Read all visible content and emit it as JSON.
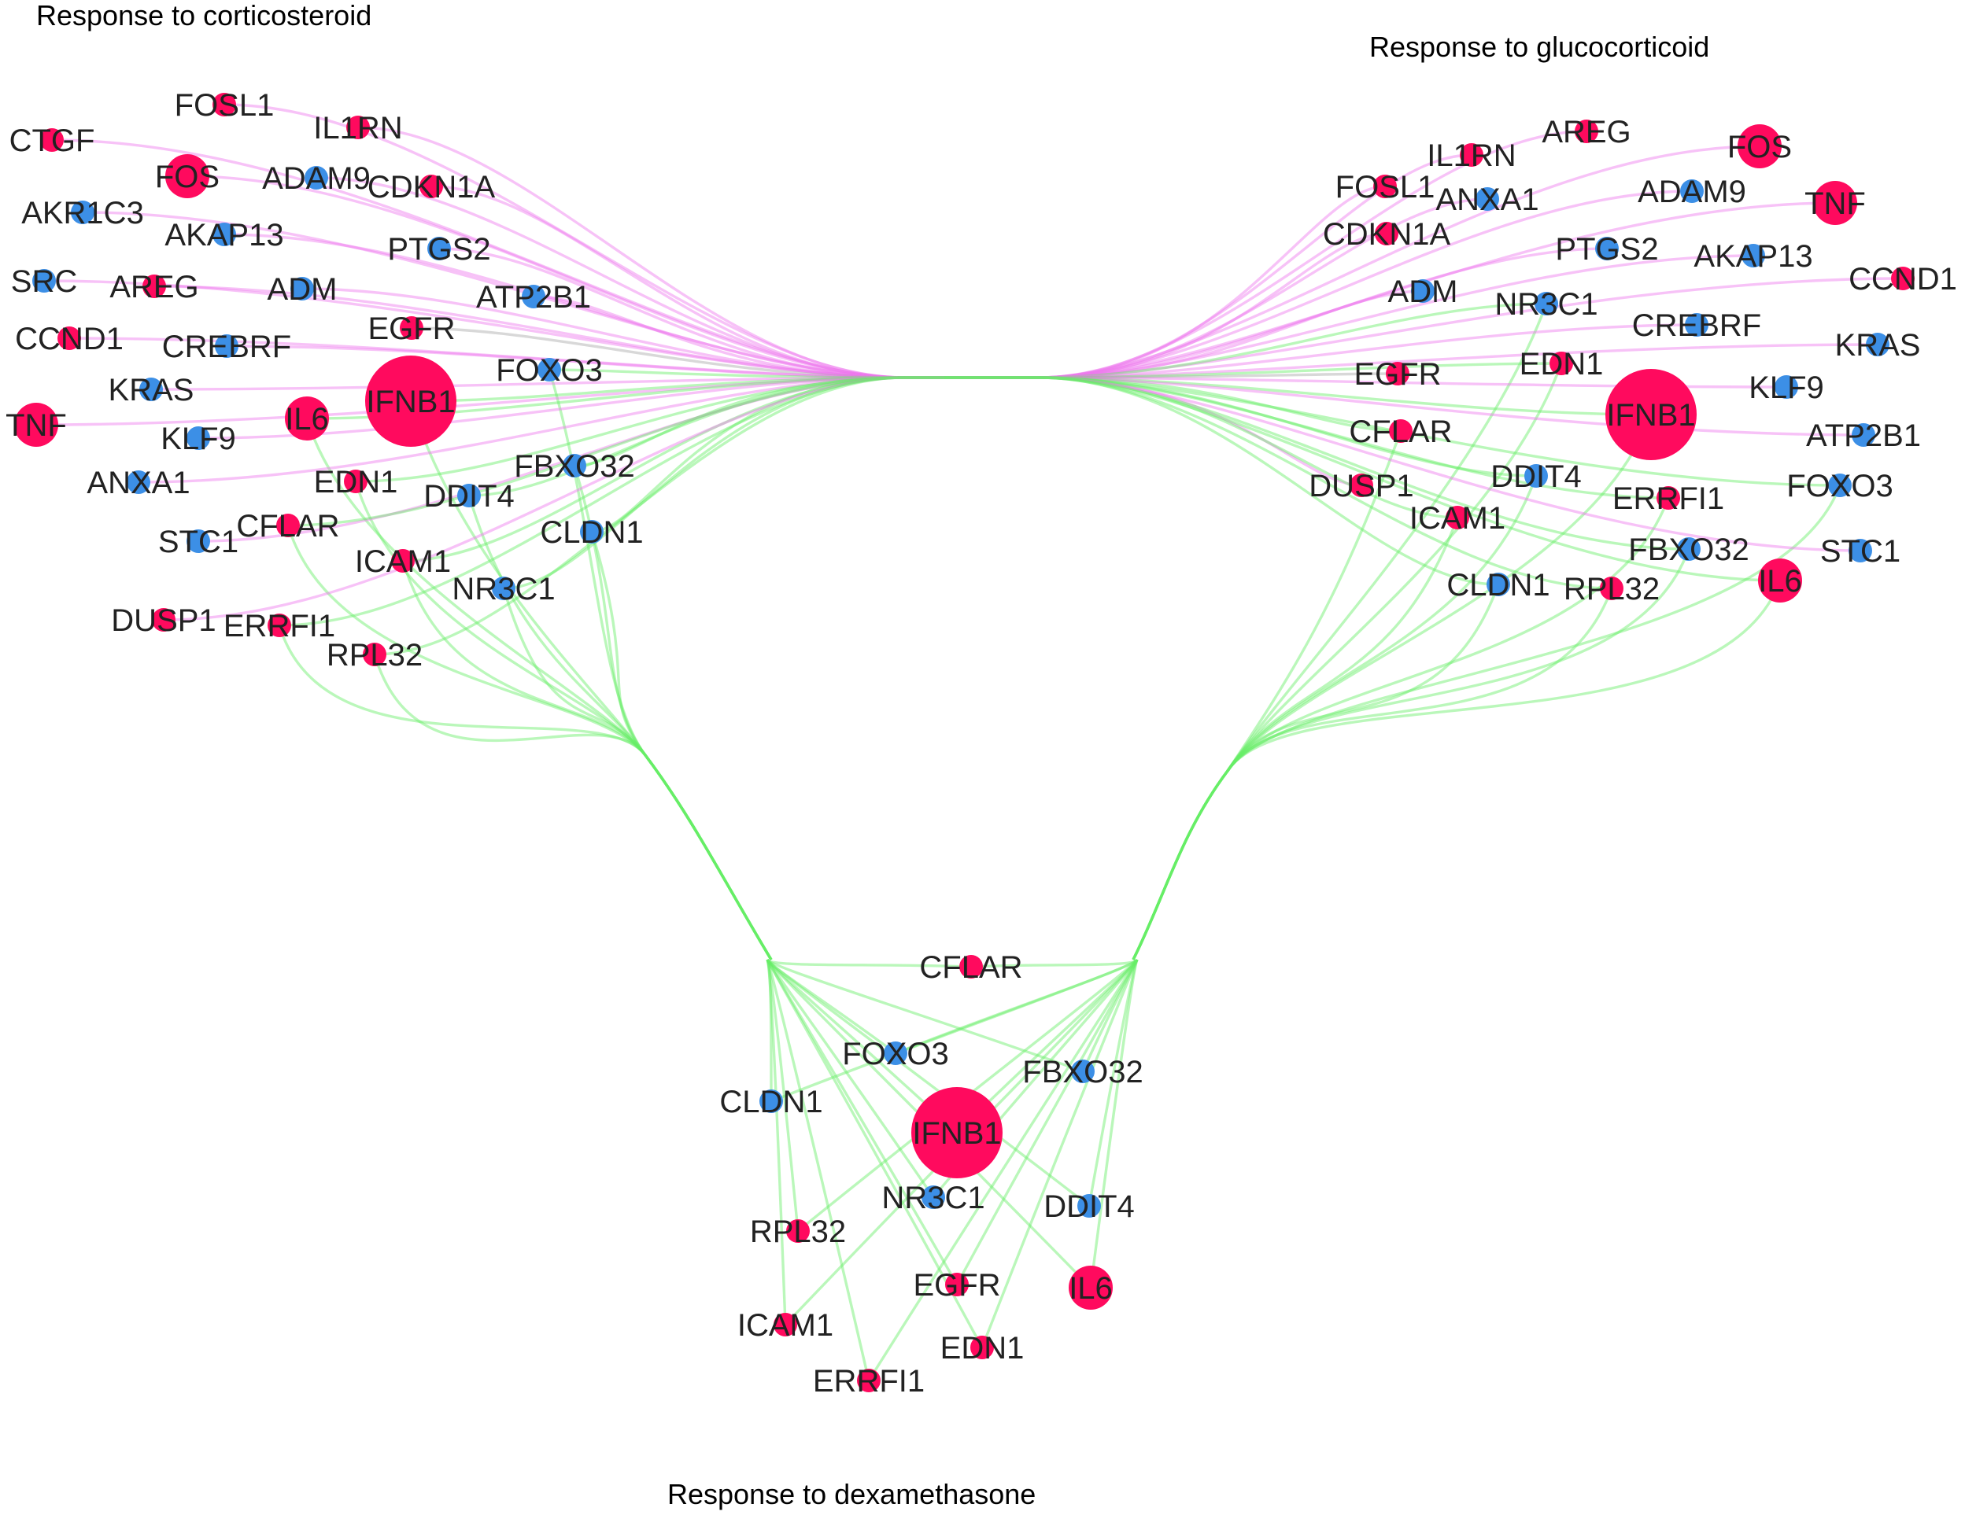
{
  "titles": {
    "corticosteroid": "Response to corticosteroid",
    "glucocorticoid": "Response to glucocorticoid",
    "dexamethasone": "Response to dexamethasone"
  },
  "colors": {
    "up_regulated": "#ff0a5e",
    "down_regulated": "#3c8fe6",
    "edge_shared": "#66ee66",
    "edge_specific": "#ee77ee",
    "edge_mixed": "#a9a9a9"
  },
  "clusters": {
    "corticosteroid": [
      {
        "gene": "CTGF",
        "type": "up",
        "size": "small",
        "edge": "specific"
      },
      {
        "gene": "FOSL1",
        "type": "up",
        "size": "small",
        "edge": "specific"
      },
      {
        "gene": "IL1RN",
        "type": "up",
        "size": "small",
        "edge": "specific"
      },
      {
        "gene": "FOS",
        "type": "up",
        "size": "medium",
        "edge": "specific"
      },
      {
        "gene": "ADAM9",
        "type": "down",
        "size": "small",
        "edge": "specific"
      },
      {
        "gene": "CDKN1A",
        "type": "up",
        "size": "small",
        "edge": "specific"
      },
      {
        "gene": "AKR1C3",
        "type": "down",
        "size": "small",
        "edge": "specific"
      },
      {
        "gene": "AKAP13",
        "type": "down",
        "size": "small",
        "edge": "specific"
      },
      {
        "gene": "PTGS2",
        "type": "down",
        "size": "small",
        "edge": "specific"
      },
      {
        "gene": "SRC",
        "type": "down",
        "size": "small",
        "edge": "specific"
      },
      {
        "gene": "AREG",
        "type": "up",
        "size": "small",
        "edge": "specific"
      },
      {
        "gene": "ADM",
        "type": "down",
        "size": "small",
        "edge": "specific"
      },
      {
        "gene": "ATP2B1",
        "type": "down",
        "size": "small",
        "edge": "specific"
      },
      {
        "gene": "EGFR",
        "type": "up",
        "size": "small",
        "edge": "mixed"
      },
      {
        "gene": "CCND1",
        "type": "up",
        "size": "small",
        "edge": "specific"
      },
      {
        "gene": "CREBRF",
        "type": "down",
        "size": "small",
        "edge": "specific"
      },
      {
        "gene": "FOXO3",
        "type": "down",
        "size": "small",
        "edge": "shared"
      },
      {
        "gene": "KRAS",
        "type": "down",
        "size": "small",
        "edge": "specific"
      },
      {
        "gene": "IFNB1",
        "type": "up",
        "size": "large",
        "edge": "shared"
      },
      {
        "gene": "TNF",
        "type": "up",
        "size": "medium",
        "edge": "specific"
      },
      {
        "gene": "IL6",
        "type": "up",
        "size": "medium",
        "edge": "shared"
      },
      {
        "gene": "KLF9",
        "type": "down",
        "size": "small",
        "edge": "specific"
      },
      {
        "gene": "ANXA1",
        "type": "down",
        "size": "small",
        "edge": "specific"
      },
      {
        "gene": "EDN1",
        "type": "up",
        "size": "small",
        "edge": "shared"
      },
      {
        "gene": "FBXO32",
        "type": "down",
        "size": "small",
        "edge": "shared"
      },
      {
        "gene": "DDIT4",
        "type": "down",
        "size": "small",
        "edge": "shared"
      },
      {
        "gene": "STC1",
        "type": "down",
        "size": "small",
        "edge": "specific"
      },
      {
        "gene": "CFLAR",
        "type": "up",
        "size": "small",
        "edge": "shared"
      },
      {
        "gene": "CLDN1",
        "type": "down",
        "size": "small",
        "edge": "shared"
      },
      {
        "gene": "ICAM1",
        "type": "up",
        "size": "small",
        "edge": "shared"
      },
      {
        "gene": "NR3C1",
        "type": "down",
        "size": "small",
        "edge": "shared"
      },
      {
        "gene": "DUSP1",
        "type": "up",
        "size": "small",
        "edge": "specific"
      },
      {
        "gene": "ERRFI1",
        "type": "up",
        "size": "small",
        "edge": "shared"
      },
      {
        "gene": "RPL32",
        "type": "up",
        "size": "small",
        "edge": "shared"
      }
    ],
    "glucocorticoid": [
      {
        "gene": "AREG",
        "type": "up",
        "size": "small",
        "edge": "specific"
      },
      {
        "gene": "IL1RN",
        "type": "up",
        "size": "small",
        "edge": "specific"
      },
      {
        "gene": "FOS",
        "type": "up",
        "size": "medium",
        "edge": "specific"
      },
      {
        "gene": "FOSL1",
        "type": "up",
        "size": "small",
        "edge": "specific"
      },
      {
        "gene": "ANXA1",
        "type": "down",
        "size": "small",
        "edge": "specific"
      },
      {
        "gene": "ADAM9",
        "type": "down",
        "size": "small",
        "edge": "specific"
      },
      {
        "gene": "TNF",
        "type": "up",
        "size": "medium",
        "edge": "specific"
      },
      {
        "gene": "CDKN1A",
        "type": "up",
        "size": "small",
        "edge": "specific"
      },
      {
        "gene": "PTGS2",
        "type": "down",
        "size": "small",
        "edge": "specific"
      },
      {
        "gene": "AKAP13",
        "type": "down",
        "size": "small",
        "edge": "specific"
      },
      {
        "gene": "CCND1",
        "type": "up",
        "size": "small",
        "edge": "specific"
      },
      {
        "gene": "ADM",
        "type": "down",
        "size": "small",
        "edge": "specific"
      },
      {
        "gene": "NR3C1",
        "type": "down",
        "size": "small",
        "edge": "shared"
      },
      {
        "gene": "CREBRF",
        "type": "down",
        "size": "small",
        "edge": "specific"
      },
      {
        "gene": "KRAS",
        "type": "down",
        "size": "small",
        "edge": "specific"
      },
      {
        "gene": "EDN1",
        "type": "up",
        "size": "small",
        "edge": "shared"
      },
      {
        "gene": "EGFR",
        "type": "up",
        "size": "small",
        "edge": "mixed"
      },
      {
        "gene": "IFNB1",
        "type": "up",
        "size": "large",
        "edge": "shared"
      },
      {
        "gene": "KLF9",
        "type": "down",
        "size": "small",
        "edge": "specific"
      },
      {
        "gene": "CFLAR",
        "type": "up",
        "size": "small",
        "edge": "shared"
      },
      {
        "gene": "ATP2B1",
        "type": "down",
        "size": "small",
        "edge": "specific"
      },
      {
        "gene": "DUSP1",
        "type": "up",
        "size": "small",
        "edge": "specific"
      },
      {
        "gene": "DDIT4",
        "type": "down",
        "size": "small",
        "edge": "shared"
      },
      {
        "gene": "FOXO3",
        "type": "down",
        "size": "small",
        "edge": "shared"
      },
      {
        "gene": "ERRFI1",
        "type": "up",
        "size": "small",
        "edge": "shared"
      },
      {
        "gene": "ICAM1",
        "type": "up",
        "size": "small",
        "edge": "shared"
      },
      {
        "gene": "FBXO32",
        "type": "down",
        "size": "small",
        "edge": "shared"
      },
      {
        "gene": "STC1",
        "type": "down",
        "size": "small",
        "edge": "specific"
      },
      {
        "gene": "IL6",
        "type": "up",
        "size": "medium",
        "edge": "shared"
      },
      {
        "gene": "CLDN1",
        "type": "down",
        "size": "small",
        "edge": "shared"
      },
      {
        "gene": "RPL32",
        "type": "up",
        "size": "small",
        "edge": "shared"
      }
    ],
    "dexamethasone": [
      {
        "gene": "CFLAR",
        "type": "up",
        "size": "small",
        "edge": "shared"
      },
      {
        "gene": "FOXO3",
        "type": "down",
        "size": "small",
        "edge": "shared"
      },
      {
        "gene": "FBXO32",
        "type": "down",
        "size": "small",
        "edge": "shared"
      },
      {
        "gene": "CLDN1",
        "type": "down",
        "size": "small",
        "edge": "shared"
      },
      {
        "gene": "IFNB1",
        "type": "up",
        "size": "large",
        "edge": "shared"
      },
      {
        "gene": "NR3C1",
        "type": "down",
        "size": "small",
        "edge": "shared"
      },
      {
        "gene": "DDIT4",
        "type": "down",
        "size": "small",
        "edge": "shared"
      },
      {
        "gene": "RPL32",
        "type": "up",
        "size": "small",
        "edge": "shared"
      },
      {
        "gene": "EGFR",
        "type": "up",
        "size": "small",
        "edge": "shared"
      },
      {
        "gene": "IL6",
        "type": "up",
        "size": "medium",
        "edge": "shared"
      },
      {
        "gene": "ICAM1",
        "type": "up",
        "size": "small",
        "edge": "shared"
      },
      {
        "gene": "EDN1",
        "type": "up",
        "size": "small",
        "edge": "shared"
      },
      {
        "gene": "ERRFI1",
        "type": "up",
        "size": "small",
        "edge": "shared"
      }
    ]
  }
}
